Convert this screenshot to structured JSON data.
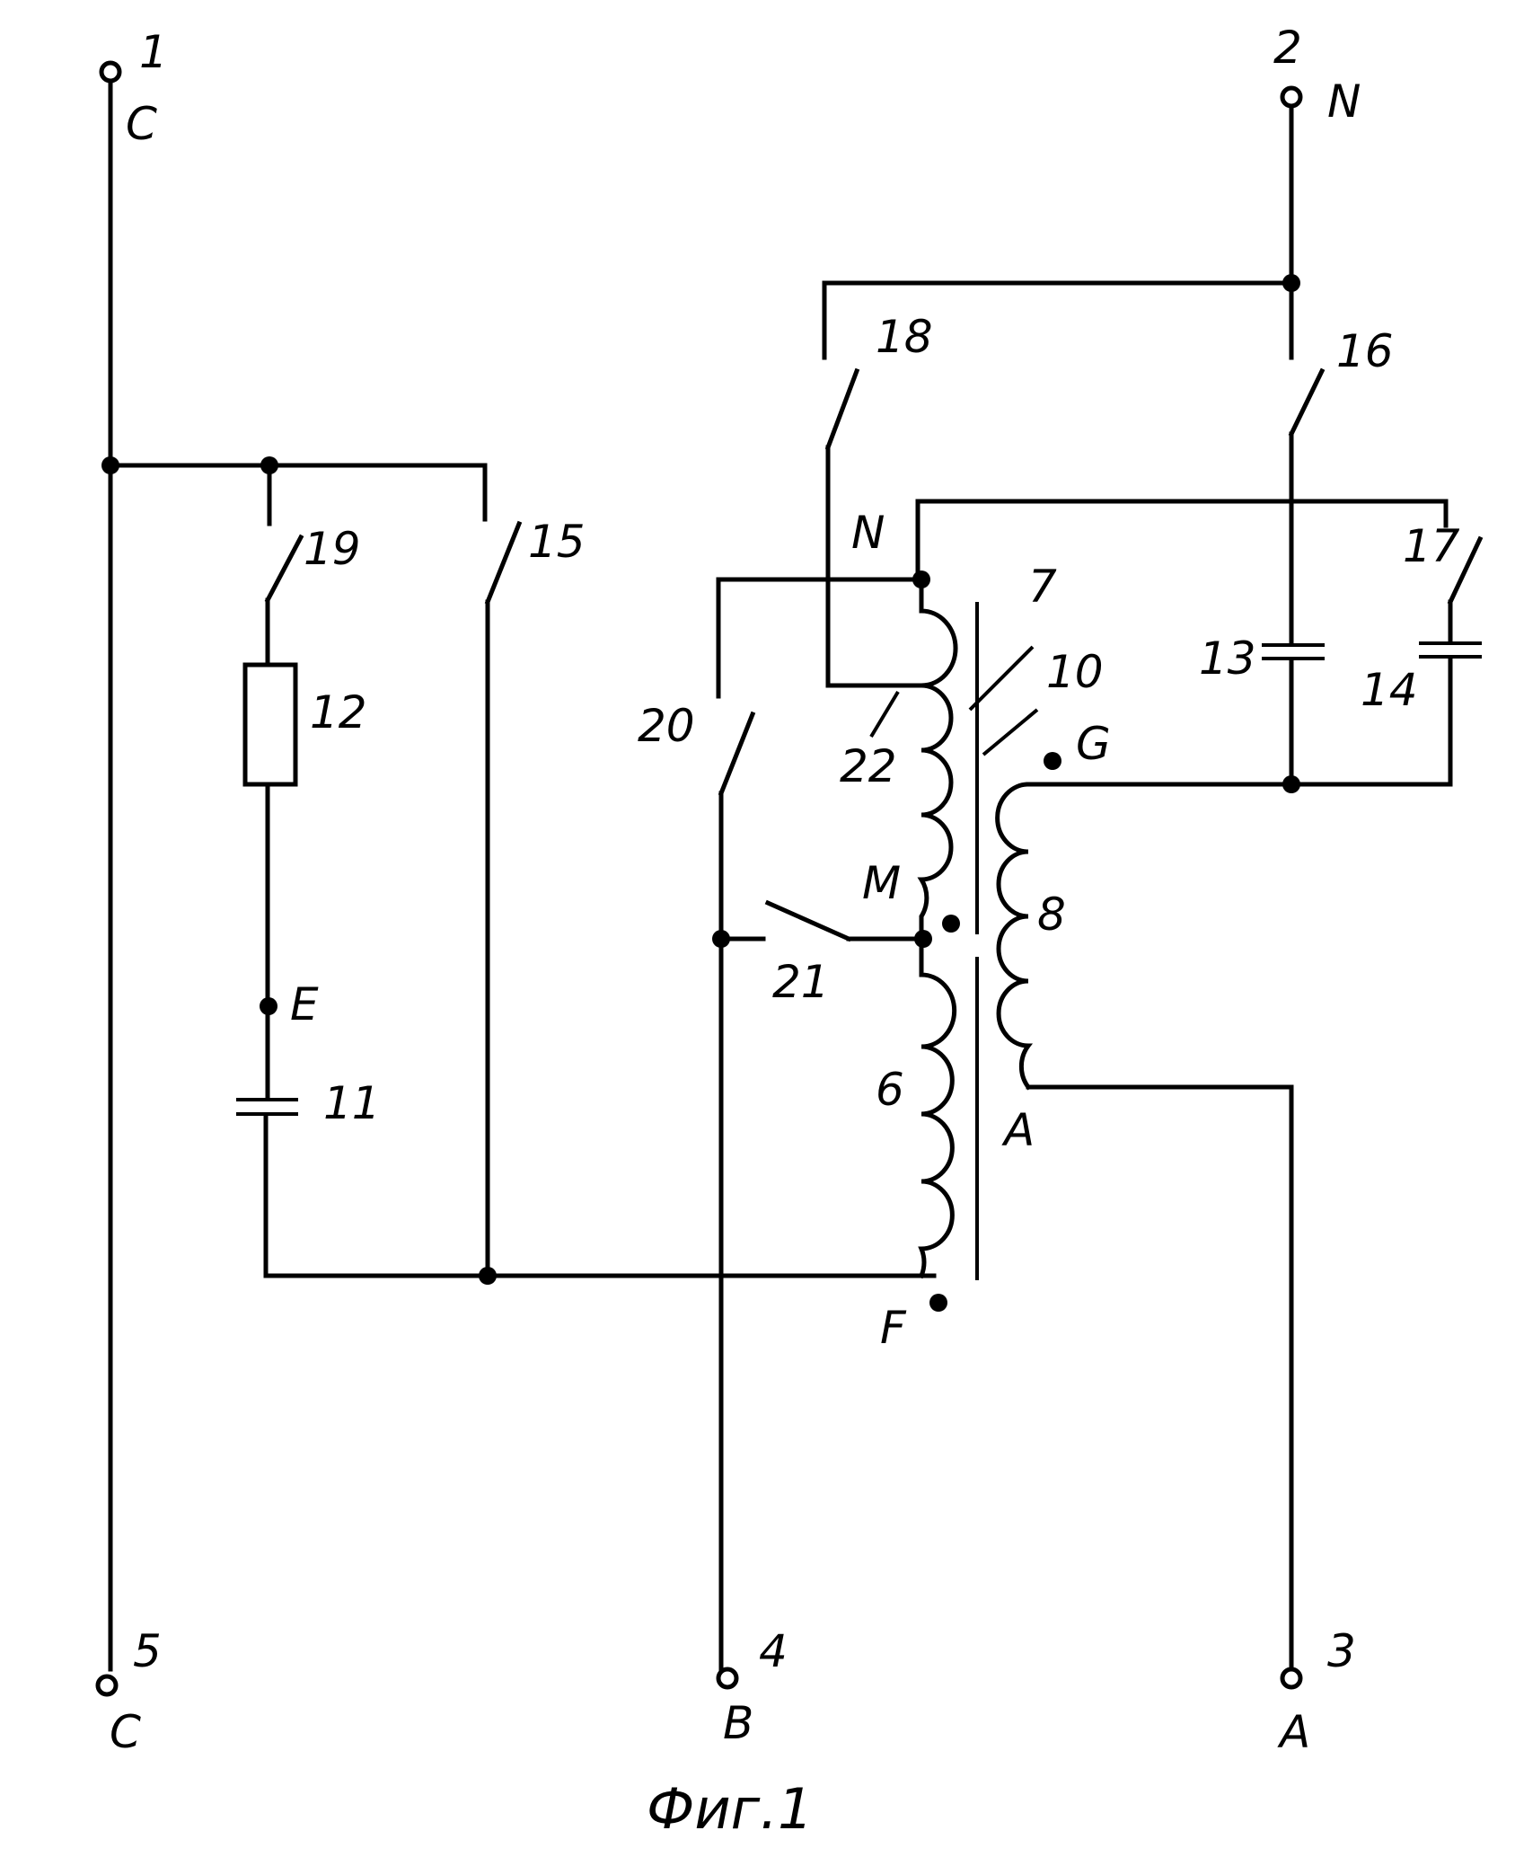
{
  "caption": "Фиг.1",
  "terminals": [
    {
      "num": "1",
      "phase": "C"
    },
    {
      "num": "2",
      "phase": "N"
    },
    {
      "num": "3",
      "phase": "A"
    },
    {
      "num": "4",
      "phase": "B"
    },
    {
      "num": "5",
      "phase": "C"
    }
  ],
  "components": {
    "winding_6": "6",
    "winding_7": "7",
    "winding_8": "8",
    "core_10": "10",
    "capacitor_11": "11",
    "resistor_12": "12",
    "capacitor_13": "13",
    "capacitor_14": "14",
    "switch_15": "15",
    "switch_16": "16",
    "switch_17": "17",
    "switch_18": "18",
    "switch_19": "19",
    "switch_20": "20",
    "switch_21": "21",
    "tap_22": "22"
  },
  "nodes": {
    "E": "E",
    "F": "F",
    "G": "G",
    "M": "M",
    "N": "N",
    "A": "A"
  }
}
